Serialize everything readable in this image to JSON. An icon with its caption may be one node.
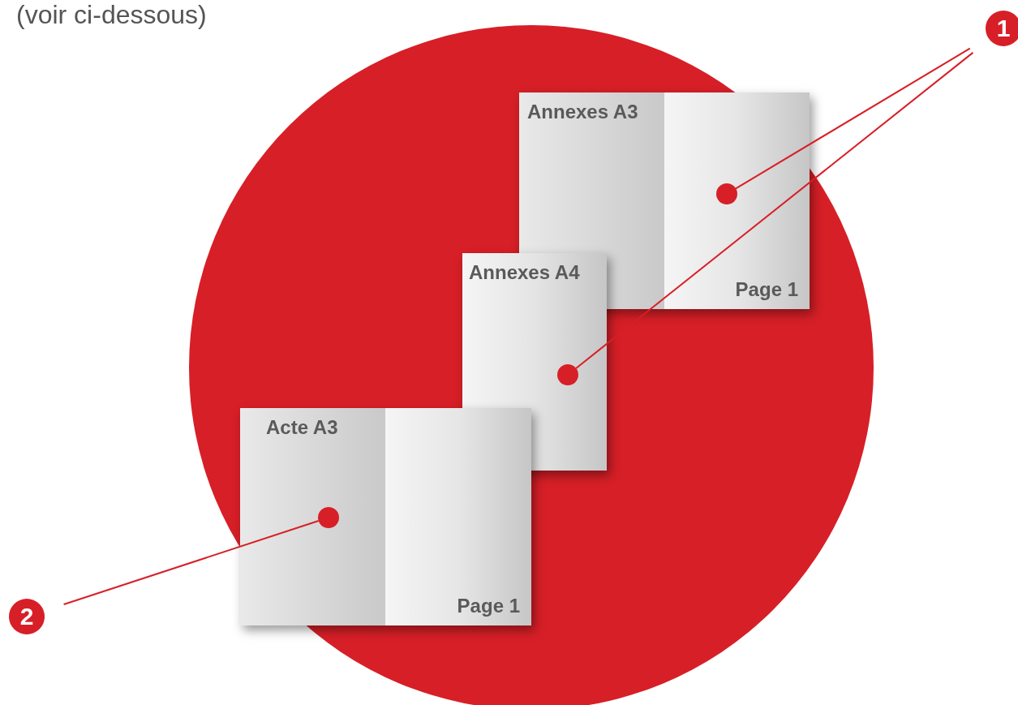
{
  "diagram": {
    "nodes": [
      {
        "text": [
          "1"
        ]
      },
      {
        "text": [
          "2"
        ]
      },
      {
        "text": [
          "Annexes A3",
          "Page 1"
        ]
      },
      {
        "text": [
          "Annexes A4"
        ]
      },
      {
        "text": [
          "Acte A3",
          "Page 1"
        ]
      },
      {
        "text": [],
        "shape": "circle",
        "in": 2
      },
      {
        "text": [],
        "shape": "circle",
        "in": 3
      },
      {
        "text": [],
        "shape": "circle",
        "in": 4
      }
    ],
    "edges": [
      {
        "from": 0,
        "to": 5,
        "arrow": "none"
      },
      {
        "from": 0,
        "to": 6,
        "arrow": "none"
      },
      {
        "from": 1,
        "to": 7,
        "arrow": "none"
      }
    ],
    "labels": [
      "(voir ci-dessous)"
    ]
  }
}
